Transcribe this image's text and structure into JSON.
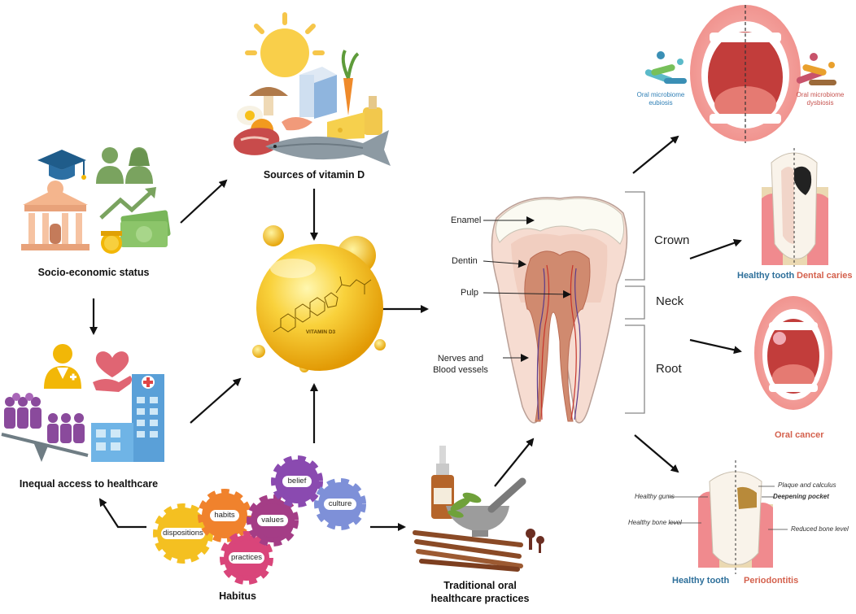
{
  "labels": {
    "socio": "Socio-economic status",
    "access": "Inequal access to healthcare",
    "vitd_sources": "Sources of vitamin D",
    "vitd_drop": "VITAMIN D3",
    "habitus": "Habitus",
    "traditional_line1": "Traditional oral",
    "traditional_line2": "healthcare practices"
  },
  "habitus_gears": {
    "dispositions": "dispositions",
    "habits": "habits",
    "values": "values",
    "belief": "belief",
    "culture": "culture",
    "practices": "practices"
  },
  "tooth_parts": {
    "enamel": "Enamel",
    "dentin": "Dentin",
    "pulp": "Pulp",
    "nerves_line1": "Nerves and",
    "nerves_line2": "Blood vessels",
    "crown": "Crown",
    "neck": "Neck",
    "root": "Root"
  },
  "outcomes": {
    "eubiosis_line1": "Oral microbiome",
    "eubiosis_line2": "eubiosis",
    "dysbiosis_line1": "Oral microbiome",
    "dysbiosis_line2": "dysbiosis",
    "healthy_tooth_caries": "Healthy tooth",
    "dental_caries": "Dental caries",
    "oral_cancer": "Oral cancer",
    "healthy_tooth_perio": "Healthy tooth",
    "periodontitis": "Periodontitis",
    "healthy_gums": "Healthy gums",
    "healthy_bone": "Healthy bone level",
    "plaque": "Plaque and calculus",
    "deepening": "Deepening pocket",
    "reduced_bone": "Reduced bone level"
  },
  "colors": {
    "arrow": "#111111",
    "vitamin_gold": "#f5b90f",
    "healthy_blue": "#2d6f9a",
    "disease_red": "#d4614d"
  }
}
